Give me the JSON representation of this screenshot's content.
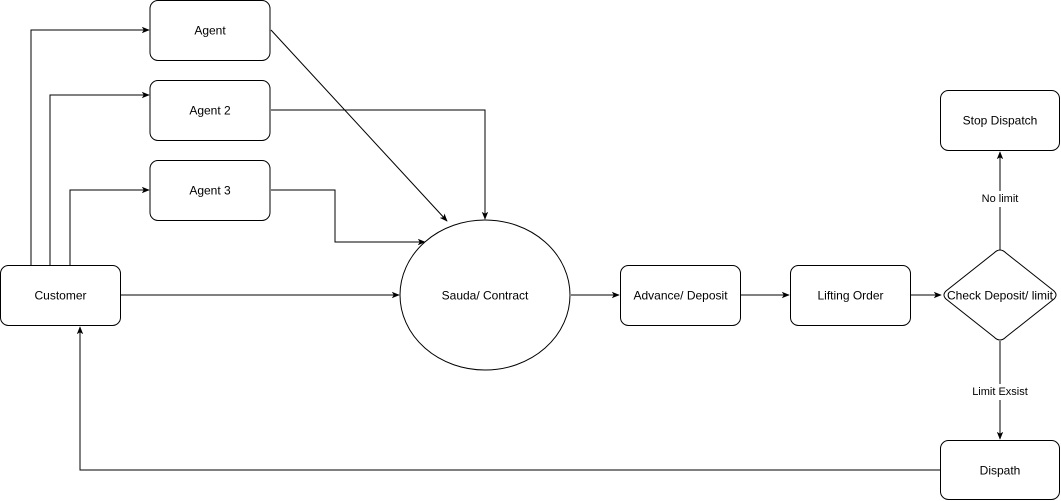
{
  "diagram": {
    "nodes": {
      "agent": "Agent",
      "agent2": "Agent 2",
      "agent3": "Agent 3",
      "customer": "Customer",
      "sauda": "Sauda/ Contract",
      "advance": "Advance/ Deposit",
      "lifting": "Lifting Order",
      "check": "Check Deposit/ limit",
      "stop": "Stop Dispatch",
      "dispatch": "Dispath"
    },
    "edge_labels": {
      "no_limit": "No limit",
      "limit_exist": "Limit Exsist"
    },
    "colors": {
      "stroke": "#000000",
      "fill": "#ffffff",
      "text": "#000000"
    }
  }
}
